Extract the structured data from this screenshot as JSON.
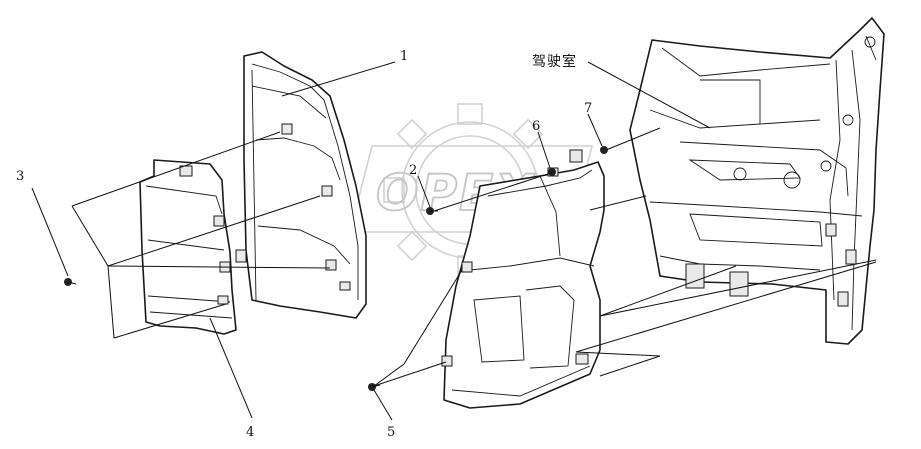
{
  "diagram": {
    "cab_label": "驾驶室",
    "watermark": "OPEX",
    "callouts": [
      {
        "id": "c1",
        "label": "1"
      },
      {
        "id": "c2",
        "label": "2"
      },
      {
        "id": "c3",
        "label": "3"
      },
      {
        "id": "c4",
        "label": "4"
      },
      {
        "id": "c5",
        "label": "5"
      },
      {
        "id": "c6",
        "label": "6"
      },
      {
        "id": "c7",
        "label": "7"
      }
    ]
  }
}
